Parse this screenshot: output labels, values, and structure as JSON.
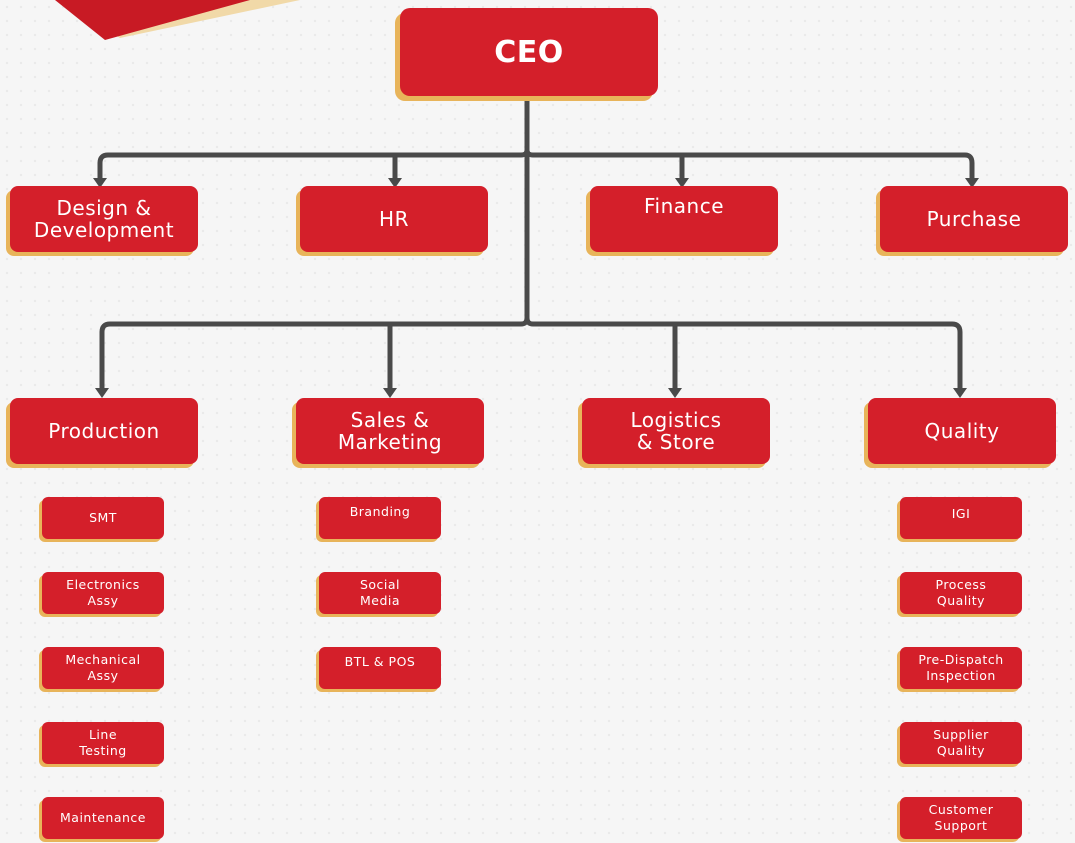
{
  "colors": {
    "box": "#d41f2a",
    "shadow": "#e8b45a",
    "connector": "#4a4a4a",
    "text": "#ffffff"
  },
  "ceo": {
    "label": "CEO"
  },
  "row1": [
    {
      "label": "Design &\nDevelopment"
    },
    {
      "label": "HR"
    },
    {
      "label": "Finance"
    },
    {
      "label": "Purchase"
    }
  ],
  "row2": [
    {
      "label": "Production"
    },
    {
      "label": "Sales &\nMarketing"
    },
    {
      "label": "Logistics\n& Store"
    },
    {
      "label": "Quality"
    }
  ],
  "production": [
    {
      "label": "SMT"
    },
    {
      "label": "Electronics\nAssy"
    },
    {
      "label": "Mechanical\nAssy"
    },
    {
      "label": "Line\nTesting"
    },
    {
      "label": "Maintenance"
    }
  ],
  "sales": [
    {
      "label": "Branding"
    },
    {
      "label": "Social\nMedia"
    },
    {
      "label": "BTL & POS"
    }
  ],
  "quality": [
    {
      "label": "IGI"
    },
    {
      "label": "Process\nQuality"
    },
    {
      "label": "Pre-Dispatch\nInspection"
    },
    {
      "label": "Supplier\nQuality"
    },
    {
      "label": "Customer\nSupport"
    }
  ]
}
